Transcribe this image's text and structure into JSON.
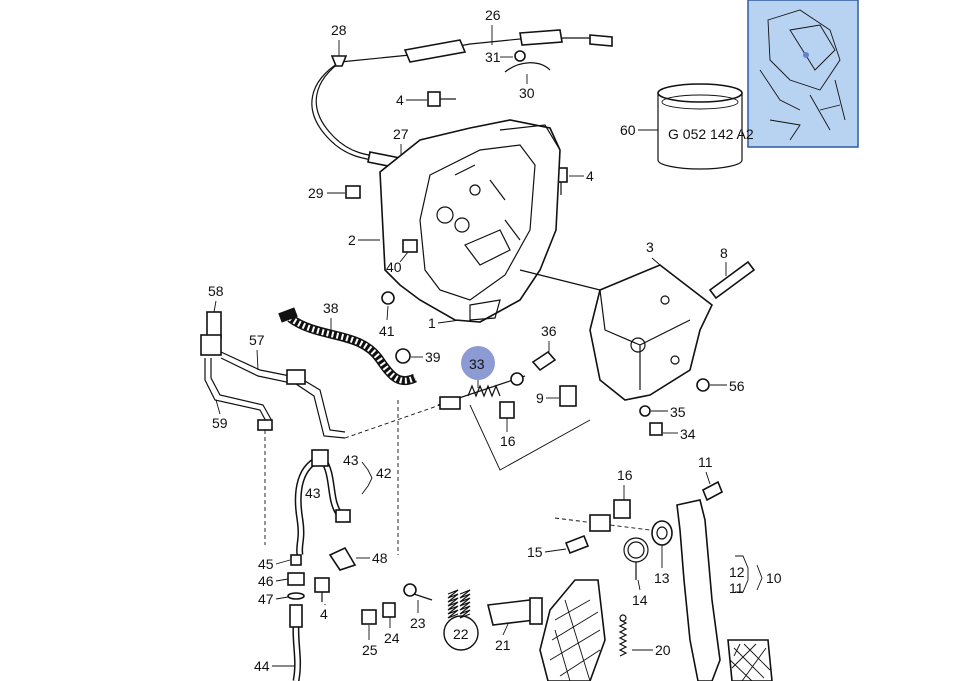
{
  "labels": {
    "l1": "1",
    "l2": "2",
    "l3": "3",
    "l4a": "4",
    "l4b": "4",
    "l4c": "4",
    "l8": "8",
    "l9": "9",
    "l10": "10",
    "l11a": "11",
    "l11b": "11",
    "l12": "12",
    "l13": "13",
    "l14": "14",
    "l15": "15",
    "l16a": "16",
    "l16b": "16",
    "l20": "20",
    "l21": "21",
    "l22": "22",
    "l23": "23",
    "l24": "24",
    "l25": "25",
    "l26": "26",
    "l27": "27",
    "l28": "28",
    "l29": "29",
    "l30": "30",
    "l31": "31",
    "l33": "33",
    "l34": "34",
    "l35": "35",
    "l36": "36",
    "l38": "38",
    "l39": "39",
    "l40": "40",
    "l41": "41",
    "l42": "42",
    "l43a": "43",
    "l43b": "43",
    "l44": "44",
    "l45": "45",
    "l46": "46",
    "l47": "47",
    "l48": "48",
    "l56": "56",
    "l57": "57",
    "l58": "58",
    "l59": "59",
    "l60": "60"
  },
  "part_code": "G 052 142 A2",
  "highlight_color": "#8c9bd4",
  "thumbnail_bg": "#b8d3f2"
}
